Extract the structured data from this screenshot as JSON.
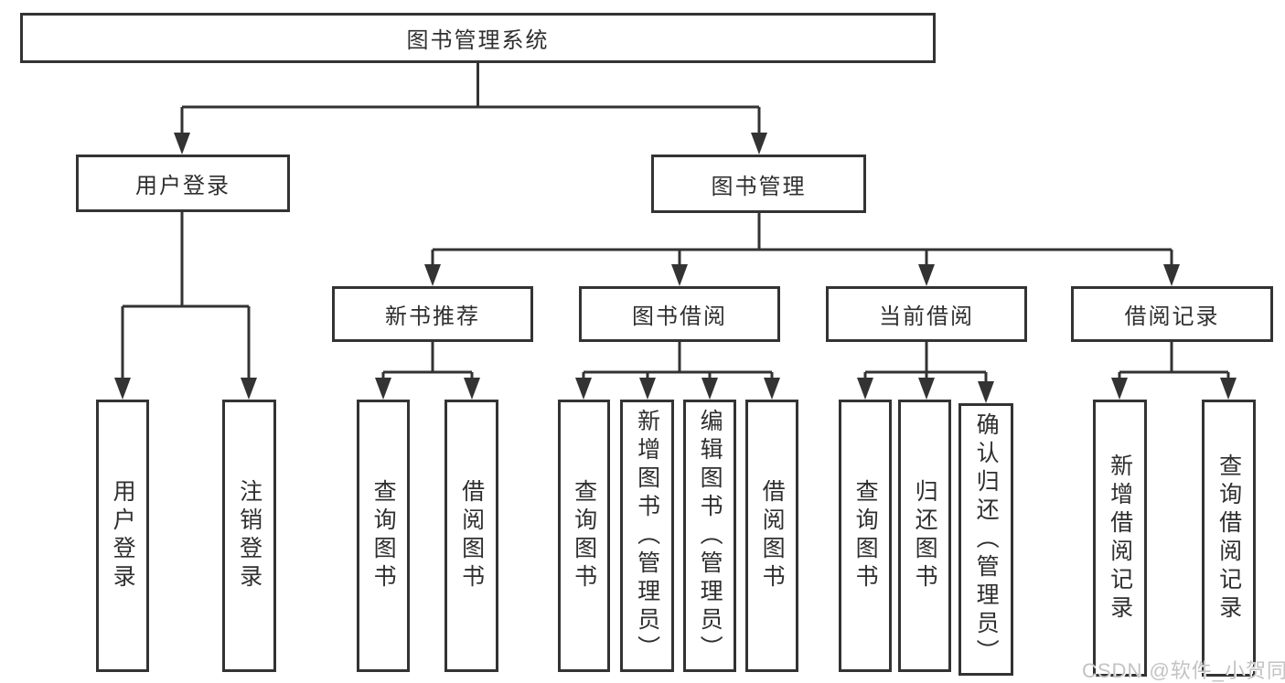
{
  "colors": {
    "line": "#333333",
    "box_border": "#333333",
    "text": "#2f2f2f",
    "watermark_text": "#c3c3c3",
    "background": "#ffffff"
  },
  "tree": {
    "root": "图书管理系统",
    "branches": [
      {
        "label": "用户登录",
        "leaves": [
          "用户登录",
          "注销登录"
        ]
      },
      {
        "label": "图书管理",
        "groups": [
          {
            "label": "新书推荐",
            "leaves": [
              "查询图书",
              "借阅图书"
            ]
          },
          {
            "label": "图书借阅",
            "leaves": [
              "查询图书",
              "新增图书（管理员）",
              "编辑图书（管理员）",
              "借阅图书"
            ]
          },
          {
            "label": "当前借阅",
            "leaves": [
              "查询图书",
              "归还图书",
              "确认归还（管理员）"
            ]
          },
          {
            "label": "借阅记录",
            "leaves": [
              "新增借阅记录",
              "查询借阅记录"
            ]
          }
        ]
      }
    ]
  },
  "watermark": "CSDN @软件_小贺同学"
}
